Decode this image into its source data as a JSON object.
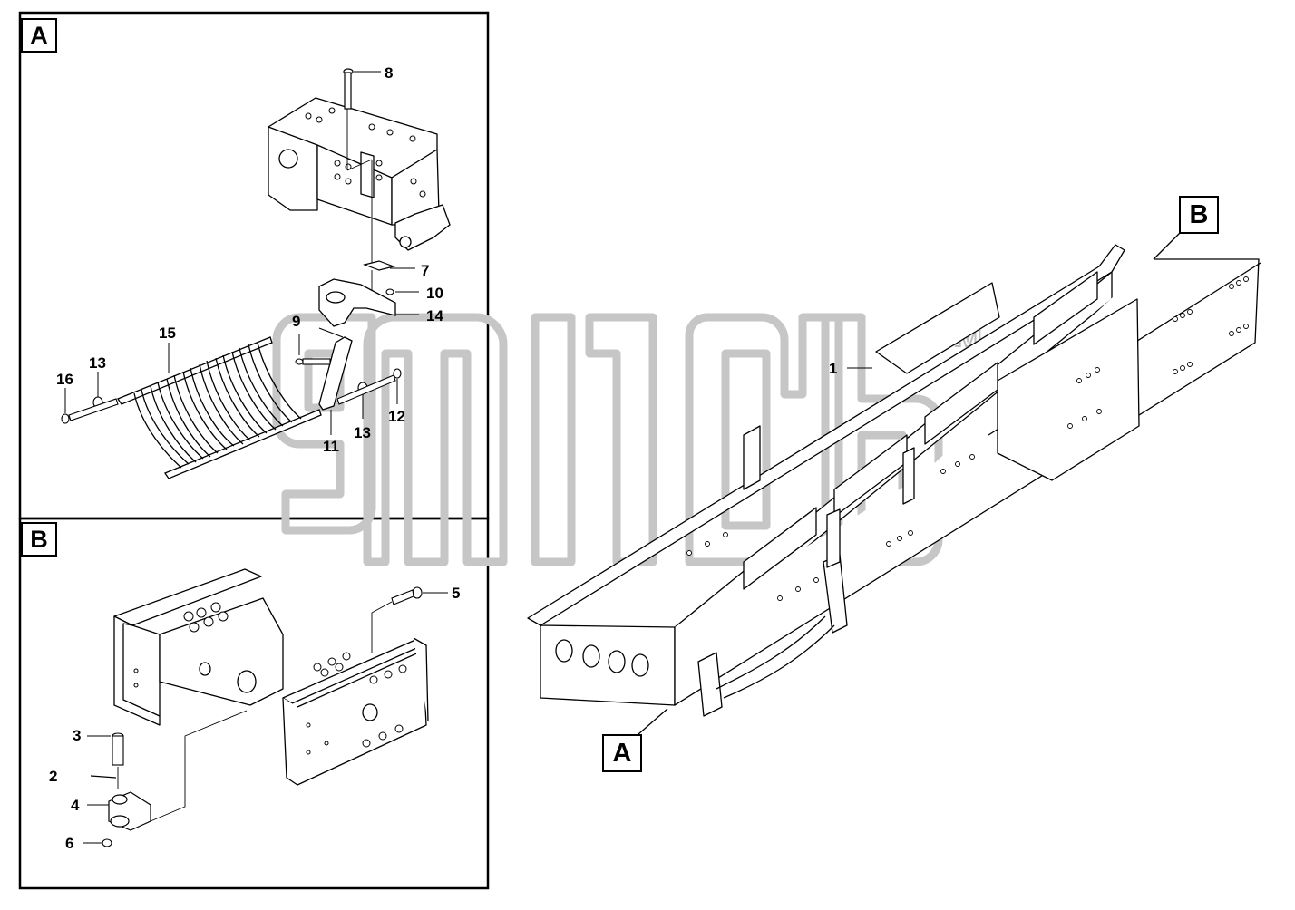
{
  "panels": {
    "a": {
      "label": "A"
    },
    "b": {
      "label": "B"
    }
  },
  "callouts": {
    "overview_a": "A",
    "overview_b": "B"
  },
  "part_numbers": {
    "p1": "1",
    "p2": "2",
    "p3": "3",
    "p4": "4",
    "p5": "5",
    "p6": "6",
    "p7": "7",
    "p8": "8",
    "p9": "9",
    "p10": "10",
    "p11": "11",
    "p12": "12",
    "p13a": "13",
    "p13b": "13",
    "p14": "14",
    "p15": "15",
    "p16": "16"
  },
  "watermark": {
    "trademark": "TM"
  },
  "colors": {
    "line": "#000000",
    "watermark": "#c8c8c8"
  }
}
